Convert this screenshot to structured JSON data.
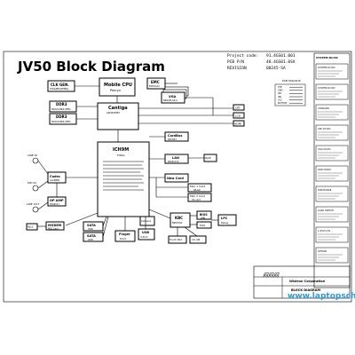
{
  "header": {
    "title": "JV50  Block Diagram",
    "project_code_label": "Project code:",
    "project_code": "91.4GS01.001",
    "pcb_pn_label": "PCB P/N",
    "pcb_pn": "48.4GS01.0SA",
    "revision_label": "REVISION",
    "revision": "08245-SA"
  },
  "blocks": {
    "clk_gen": {
      "title": "CLK GEN.",
      "sub": "ICS9LPRS365BKL"
    },
    "cpu": {
      "title": "Mobile CPU",
      "sub": "Penryn"
    },
    "emc": {
      "title": "EMC",
      "sub": "EMC2102"
    },
    "ddr3_a": {
      "title": "DDR3",
      "sub": "800/1066 MHz"
    },
    "ddr3_b": {
      "title": "DDR3",
      "sub": "800/1066 MHz"
    },
    "cantiga": {
      "title": "Cantiga",
      "sub": "GM45/PM45"
    },
    "vga": {
      "title": "VGA",
      "sub": "NB10M-GE-S"
    },
    "ich9m": {
      "title": "ICH9M",
      "sub": "FCBGA"
    },
    "cardbus": {
      "title": "CardBus",
      "sub": "R5C833"
    },
    "lan": {
      "title": "LAN",
      "sub": "RTL8111C"
    },
    "new_card": {
      "title": "New Card"
    },
    "mini_card_a": {
      "title": "Mini 1 Card",
      "sub": "WLAN"
    },
    "mini_card_b": {
      "title": "Mini 2 Card",
      "sub": "3G card"
    },
    "codec": {
      "title": "Codec",
      "sub": "ALC888S"
    },
    "op_amp": {
      "title": "OP AMP",
      "sub": "TPA6017"
    },
    "modem": {
      "title": "MODEM",
      "sub": "MDC Card"
    },
    "kbc": {
      "title": "KBC",
      "sub": "NPCE781"
    },
    "bios": {
      "title": "BIOS",
      "sub": "2MB"
    },
    "touch_pad": {
      "title": "Touch Pad"
    },
    "int_kb": {
      "title": "Int. KB"
    },
    "finger": {
      "title": "Finger",
      "sub": "Print"
    },
    "usb": {
      "title": "USB",
      "sub": "4 Port"
    },
    "sata_hdd": {
      "title": "SATA",
      "sub": "HDD"
    },
    "sata_odd": {
      "title": "SATA",
      "sub": "ODD"
    },
    "crt": {
      "title": "CRT"
    },
    "lcd": {
      "title": "LCD"
    },
    "hdmi": {
      "title": "HDMI"
    },
    "lpc": {
      "title": "LPC",
      "sub": "Debug"
    },
    "fan": {
      "title": "FAN"
    },
    "camera": {
      "title": "Camera"
    },
    "line_in": {
      "title": "LINE IN"
    },
    "mic_in": {
      "title": "MIC IN"
    },
    "line_out": {
      "title": "LINE OUT"
    },
    "rj11": {
      "title": "RJ11"
    },
    "rj45": {
      "title": "RJ45"
    }
  },
  "right_panel": {
    "title": "SYSTEM DC/DC",
    "items": [
      "SYSTEM DC/DC",
      "SYSTEM DC/DC",
      "CHARGER",
      "CPU DC/DC",
      "VGA DC/DC",
      "DDR DC/DC",
      "DISCHARGE",
      "LOAD SWITCH",
      "1.05V/1.5V",
      "OPTION"
    ]
  },
  "stack": {
    "title": "PCB STACKUP",
    "layers": [
      "TOP",
      "GND",
      "IN1",
      "IN2",
      "VCC",
      "BOTTOM"
    ]
  },
  "title_block": {
    "company": "Wistron Corporation",
    "doc_title": "BLOCK DIAGRAM",
    "signature": "闷闷闷"
  },
  "watermark": "www.laptopschematic.com",
  "colors": {
    "bus_green": "#3aa655",
    "watermark": "#2d9ad6"
  }
}
